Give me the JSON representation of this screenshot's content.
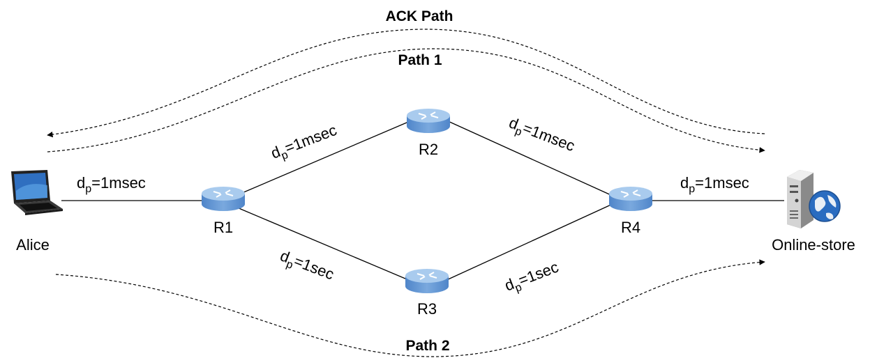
{
  "paths": {
    "ack": "ACK Path",
    "path1": "Path 1",
    "path2": "Path 2"
  },
  "nodes": {
    "alice": "Alice",
    "store": "Online-store",
    "r1": "R1",
    "r2": "R2",
    "r3": "R3",
    "r4": "R4"
  },
  "links": {
    "alice_r1": {
      "base": "d",
      "sub": "p",
      "value": "=1msec"
    },
    "r1_r2": {
      "base": "d",
      "sub": "p",
      "value": "=1msec"
    },
    "r2_r4": {
      "base": "d",
      "sub": "p",
      "value": "=1msec"
    },
    "r4_store": {
      "base": "d",
      "sub": "p",
      "value": "=1msec"
    },
    "r1_r3": {
      "base": "d",
      "sub": "p",
      "value": "=1sec"
    },
    "r3_r4": {
      "base": "d",
      "sub": "p",
      "value": "=1sec"
    }
  },
  "icons": {
    "alice": "laptop-icon",
    "store": "server-globe-icon",
    "routers": "router-icon"
  },
  "colors": {
    "router_top": "#9fc4e8",
    "router_side": "#5b8fd0",
    "line": "#000000"
  }
}
